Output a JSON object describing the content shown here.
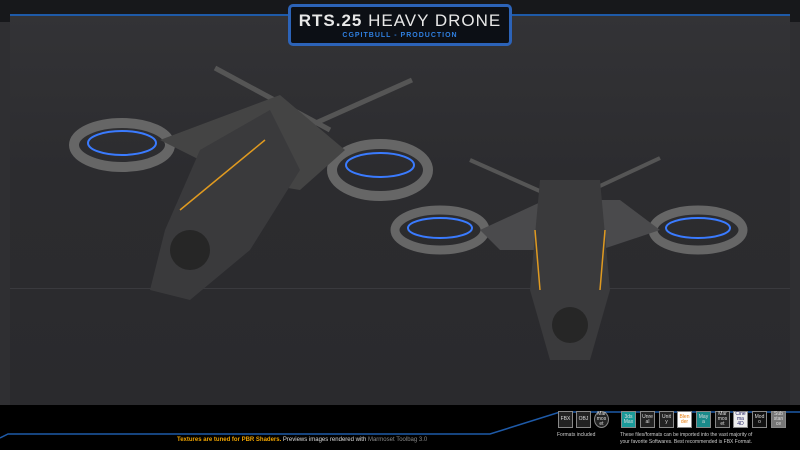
{
  "header": {
    "title_bold": "RTS.25",
    "title_thin": "HEAVY DRONE",
    "subtitle": "CGPITBULL - PRODUCTION"
  },
  "footer": {
    "note_highlight": "Textures are tuned for PBR Shaders.",
    "note_main": "Previews images rendered with",
    "note_tool": "Marmoset Toolbag 3.0"
  },
  "formats": {
    "label": "Formats included",
    "icons": [
      "FBX",
      "OBJ",
      "Marmoset"
    ]
  },
  "software": {
    "text_line1": "These files/formats can be imported into the vast majority of",
    "text_line2": "your favorite Softwares. Best recommended is FBX Format.",
    "icons": [
      "3ds Max",
      "Unreal",
      "Unity",
      "Blender",
      "Maya",
      "Marmoset",
      "Cinema 4D",
      "Modo",
      "Substance"
    ]
  },
  "colors": {
    "accent": "#2c63b8",
    "highlight": "#f0a400",
    "glow": "#3a7bff"
  }
}
